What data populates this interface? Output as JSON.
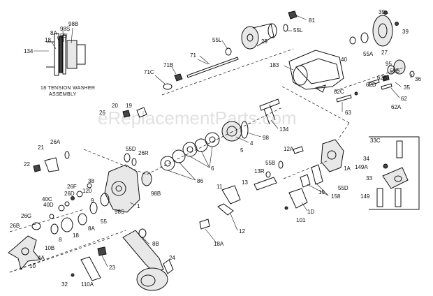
{
  "diagram": {
    "watermark": "eReplacementParts.com",
    "inset_caption": [
      "18 TENSION WASHER",
      "ASSEMBLY"
    ],
    "labels": {
      "l134a": "134",
      "l18a": "18",
      "l8Aa": "8A",
      "l98Sa": "98S",
      "l55a": "55",
      "l98Ba": "98B",
      "l71": "71",
      "l71B": "71B",
      "l71C": "71C",
      "l55L": "55L",
      "l29": "29",
      "l55L2": "55L",
      "l81": "81",
      "l183": "183",
      "l40": "40",
      "l55A": "55A",
      "l27": "27",
      "l39a": "39",
      "l39b": "39",
      "l36": "36",
      "l95": "95",
      "l69B": "69B",
      "l62B": "62B",
      "l35": "35",
      "l62D": "62D",
      "l62C": "62C",
      "l62": "62",
      "l62A": "62A",
      "l63": "63",
      "l134b": "134",
      "l98": "98",
      "l4": "4",
      "l5": "5",
      "l6": "6",
      "l86": "86",
      "l20": "20",
      "l19": "19",
      "l26": "26",
      "l21": "21",
      "l26A": "26A",
      "l22": "22",
      "l55D": "55D",
      "l26R": "26R",
      "l98B": "98B",
      "l38": "38",
      "l26F": "26F",
      "l26D": "26D",
      "l120": "120",
      "l40D": "40D",
      "l40C": "40C",
      "l26G": "26G",
      "l26B": "26B",
      "l9": "9",
      "l98S": "98S",
      "l1": "1",
      "l8A": "8A",
      "l55": "55",
      "l18": "18",
      "l8": "8",
      "l10B": "10B",
      "l4A": "4A",
      "l10": "10",
      "l12A": "12A",
      "l55B": "55B",
      "l13R": "13R",
      "l13": "13",
      "l11": "11",
      "l12": "12",
      "l18A": "18A",
      "l15": "15",
      "l158": "158",
      "l1A": "1A",
      "l55D2": "55D",
      "l1D": "1D",
      "l101": "101",
      "l8B": "8B",
      "l23": "23",
      "l24": "24",
      "l110A": "110A",
      "l32": "32",
      "l33C": "33C",
      "l34": "34",
      "l149A": "149A",
      "l33": "33",
      "l149": "149"
    }
  }
}
